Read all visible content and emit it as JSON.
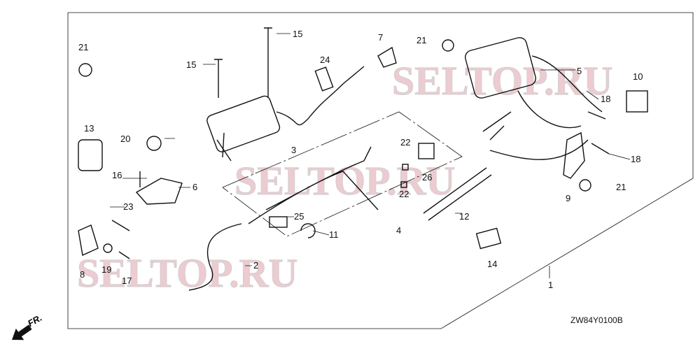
{
  "diagram": {
    "code": "ZW84Y0100B",
    "direction_label": "FR.",
    "watermark": "SELTOP.RU",
    "labels": [
      "21",
      "15",
      "15",
      "7",
      "21",
      "5",
      "10",
      "24",
      "18",
      "13",
      "20",
      "3",
      "22",
      "22",
      "26",
      "18",
      "16",
      "6",
      "23",
      "25",
      "11",
      "4",
      "12",
      "9",
      "21",
      "8",
      "19",
      "17",
      "2",
      "14",
      "1"
    ]
  }
}
